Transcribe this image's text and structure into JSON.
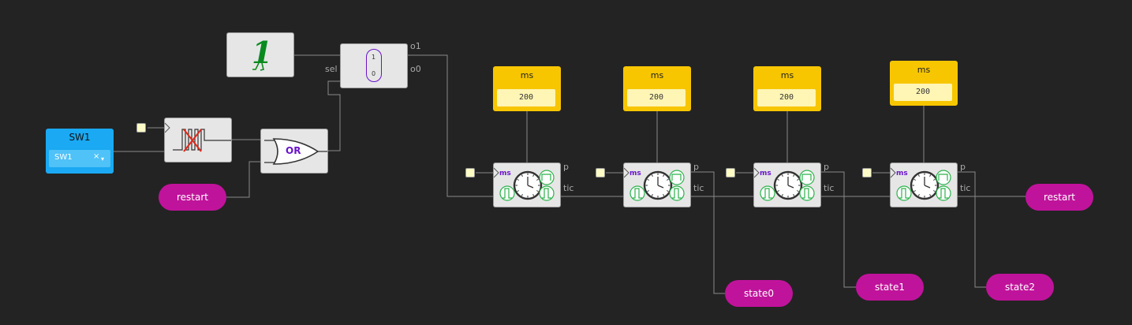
{
  "switch": {
    "title": "SW1",
    "selected": "SW1",
    "clear_glyph": "×",
    "dropdown_glyph": "▾"
  },
  "constant": {
    "value_glyph": "1"
  },
  "mux": {
    "top_label": "1",
    "bottom_label": "0",
    "sel_label": "sel",
    "out1_label": "o1",
    "out0_label": "o0"
  },
  "or_gate": {
    "label": "OR"
  },
  "restart_in": {
    "label": "restart"
  },
  "timers": [
    {
      "title": "ms",
      "value": "200",
      "p_label": "p",
      "tic_label": "tic",
      "ms_label": "ms"
    },
    {
      "title": "ms",
      "value": "200",
      "p_label": "p",
      "tic_label": "tic",
      "ms_label": "ms"
    },
    {
      "title": "ms",
      "value": "200",
      "p_label": "p",
      "tic_label": "tic",
      "ms_label": "ms"
    },
    {
      "title": "ms",
      "value": "200",
      "p_label": "p",
      "tic_label": "tic",
      "ms_label": "ms"
    }
  ],
  "outputs": [
    {
      "label": "state0"
    },
    {
      "label": "state1"
    },
    {
      "label": "state2"
    },
    {
      "label": "restart"
    }
  ],
  "colors": {
    "wire": "#8a8a8a",
    "pill": "#c0139b",
    "ms_block": "#f7c600",
    "switch_block": "#1aa9f2",
    "or_text": "#6a14c9",
    "timer_green": "#2bb24c",
    "constant_green": "#0a8a1f"
  }
}
